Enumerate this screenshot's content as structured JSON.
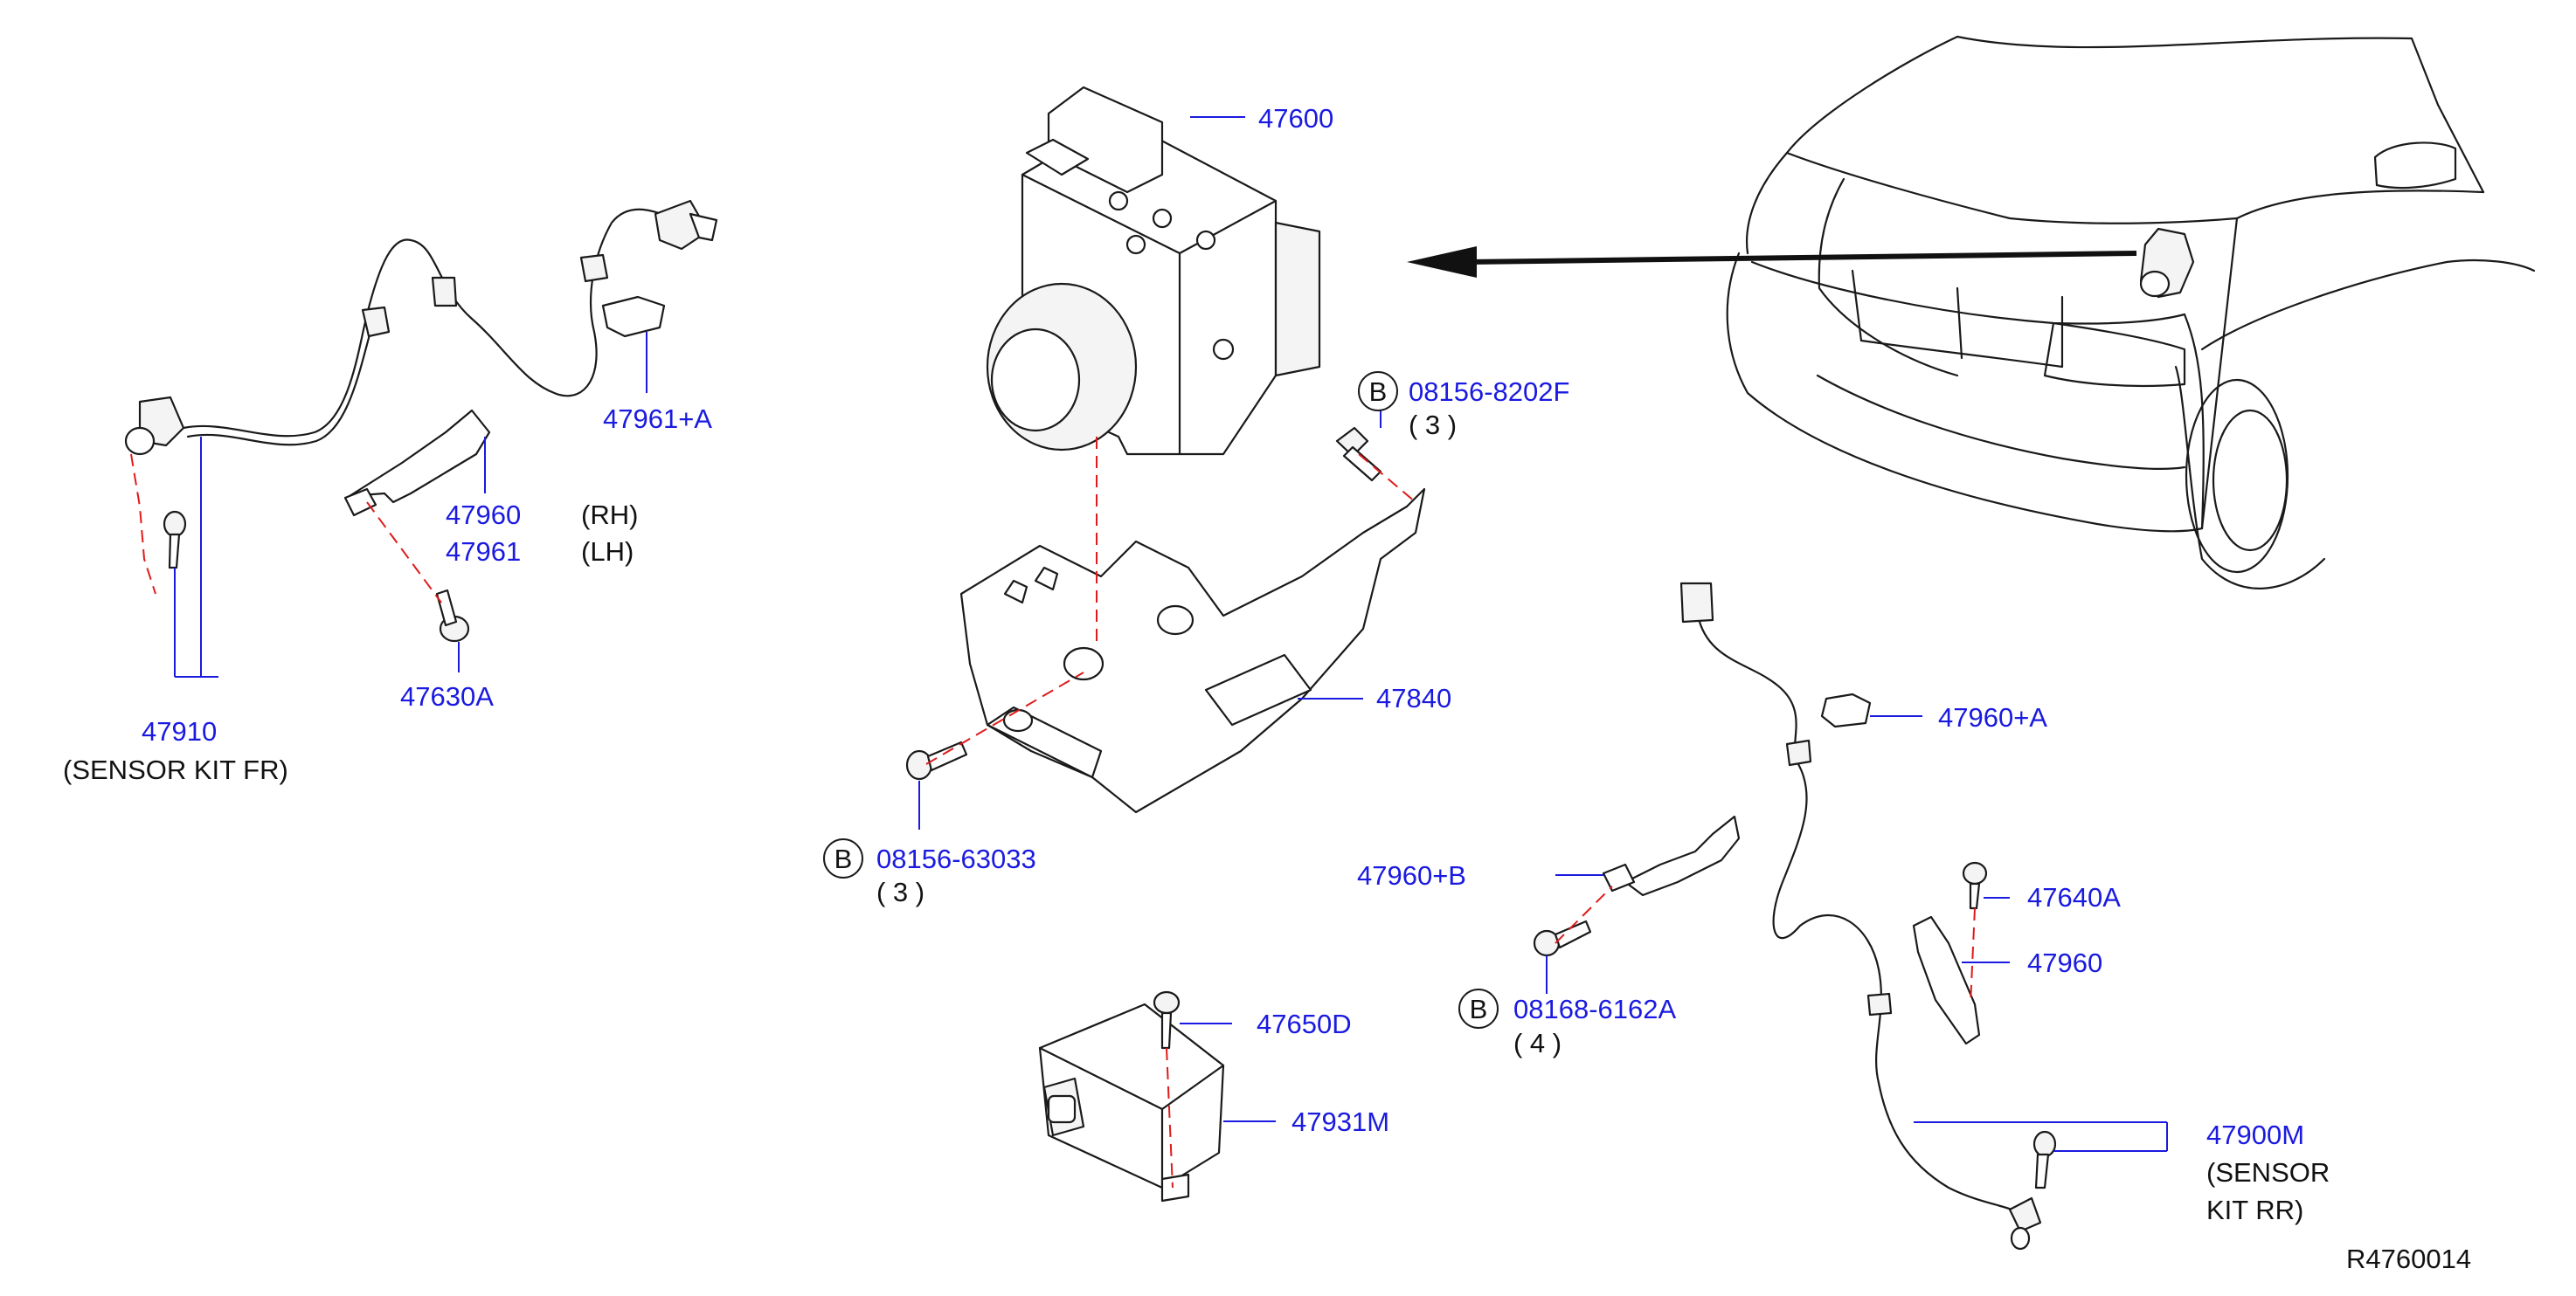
{
  "diagram": {
    "ref_code": "R4760014",
    "parts": {
      "abs_actuator": "47600",
      "bolt_b1": "08156-8202F",
      "bolt_b1_qty": "( 3 )",
      "bracket": "47840",
      "bolt_b2": "08156-63033",
      "bolt_b2_qty": "( 3 )",
      "front_sensor_kit": "47910",
      "front_sensor_kit_note": "(SENSOR KIT FR)",
      "front_clip": "47961+A",
      "front_bracket_rh": "47960",
      "front_bracket_rh_side": "(RH)",
      "front_bracket_lh": "47961",
      "front_bracket_lh_side": "(LH)",
      "front_bolt": "47630A",
      "rear_clip": "47960+A",
      "rear_bracket_b": "47960+B",
      "rear_bolt": "47640A",
      "rear_bracket": "47960",
      "bolt_b3": "08168-6162A",
      "bolt_b3_qty": "( 4 )",
      "sensor_bolt": "47650D",
      "yaw_sensor": "47931M",
      "rear_sensor_kit": "47900M",
      "rear_sensor_kit_note_1": "(SENSOR",
      "rear_sensor_kit_note_2": "KIT RR)"
    },
    "bolt_marker": "B"
  }
}
